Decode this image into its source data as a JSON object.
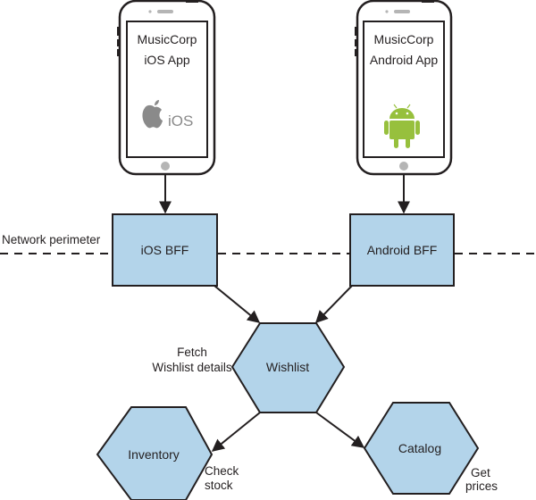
{
  "diagram": {
    "phones": [
      {
        "id": "ios",
        "title_line1": "MusicCorp",
        "title_line2": "iOS App",
        "platform_logo": "apple-ios-logo",
        "logo_text": "iOS"
      },
      {
        "id": "android",
        "title_line1": "MusicCorp",
        "title_line2": "Android App",
        "platform_logo": "android-robot-logo"
      }
    ],
    "perimeter_label": "Network perimeter",
    "bffs": [
      {
        "id": "ios-bff",
        "label": "iOS BFF"
      },
      {
        "id": "android-bff",
        "label": "Android BFF"
      }
    ],
    "services": [
      {
        "id": "wishlist",
        "label": "Wishlist"
      },
      {
        "id": "inventory",
        "label": "Inventory"
      },
      {
        "id": "catalog",
        "label": "Catalog"
      }
    ],
    "edge_labels": {
      "fetch_line1": "Fetch",
      "fetch_line2": "Wishlist details",
      "check_line1": "Check",
      "check_line2": "stock",
      "get_line1": "Get",
      "get_line2": "prices"
    },
    "colors": {
      "box_fill": "#b3d4ea",
      "stroke": "#231f20",
      "ios_logo": "#8a8a8a",
      "android_logo": "#97c03d",
      "home_button": "#b5b5b5"
    }
  }
}
